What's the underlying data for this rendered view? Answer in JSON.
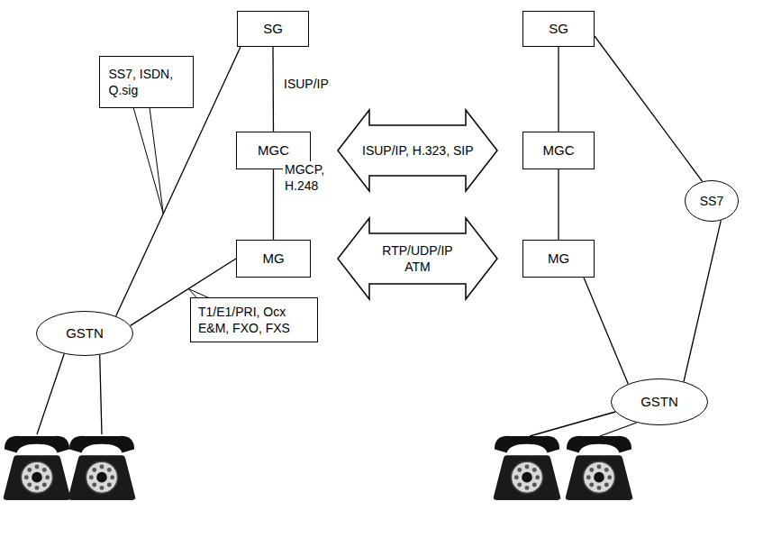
{
  "diagram": {
    "nodes": [
      {
        "text": [
          "SG"
        ]
      },
      {
        "text": [
          "MGC"
        ]
      },
      {
        "text": [
          "MG"
        ]
      },
      {
        "text": [
          "GSTN"
        ]
      },
      {
        "text": [
          "SG"
        ]
      },
      {
        "text": [
          "MGC"
        ]
      },
      {
        "text": [
          "MG"
        ]
      },
      {
        "text": [
          "SS7"
        ]
      },
      {
        "text": [
          "GSTN"
        ]
      },
      {
        "text": [
          "SS7, ISDN, Q.sig"
        ]
      },
      {
        "text": [
          "T1/E1/PRI, Ocx E&M, FXO, FXS"
        ]
      }
    ],
    "edges": [
      {
        "from": 0,
        "to": 1,
        "label": "ISUP/IP",
        "arrow": "none"
      },
      {
        "from": 1,
        "to": 2,
        "label": "MGCP, H.248",
        "arrow": "none"
      },
      {
        "from": 1,
        "to": 5,
        "label": "ISUP/IP, H.323, SIP",
        "arrow": "both"
      },
      {
        "from": 2,
        "to": 6,
        "label": "RTP/UDP/IP ATM",
        "arrow": "both"
      },
      {
        "from": 0,
        "to": 3,
        "arrow": "none"
      },
      {
        "from": 2,
        "to": 3,
        "arrow": "none"
      },
      {
        "from": 4,
        "to": 5,
        "arrow": "none"
      },
      {
        "from": 5,
        "to": 6,
        "arrow": "none"
      },
      {
        "from": 4,
        "to": 7,
        "arrow": "none"
      },
      {
        "from": 7,
        "to": 8,
        "arrow": "none"
      },
      {
        "from": 6,
        "to": 8,
        "arrow": "none"
      }
    ]
  }
}
